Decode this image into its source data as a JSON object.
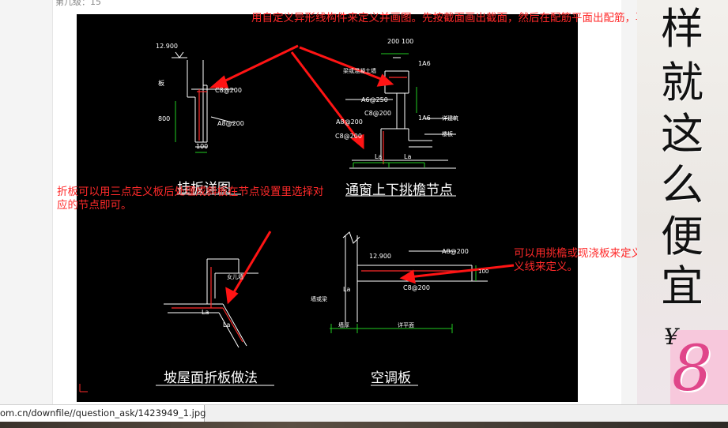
{
  "page": {
    "top_fragment": "第几级：15"
  },
  "cad": {
    "titles": {
      "hanging_board": "挂板详图",
      "window_eave": "通窗上下挑檐节点",
      "slope_roof": "坡屋面折板做法",
      "ac_board": "空调板"
    },
    "labels": {
      "elev1": "12.900",
      "hb_c8": "C8@200",
      "hb_a8": "A8@200",
      "hb_100": "100",
      "hb_side1": "板",
      "hb_side2": "800",
      "w_200": "200",
      "w_100": "100",
      "w_1a6_top": "1A6",
      "w_1a6_mid": "1A6",
      "w_beam": "梁或混凝土墙",
      "w_a6": "A6@250",
      "w_c8_1": "C8@200",
      "w_a8": "A8@200",
      "w_c8_2": "C8@200",
      "w_detail": "详建筑",
      "w_floor": "楼板",
      "w_la1": "La",
      "w_la2": "La",
      "ac_elev": "12.900",
      "ac_a8": "A8@200",
      "ac_c8": "C8@200",
      "ac_la": "La",
      "ac_wall_beam": "墙或梁",
      "ac_wall_thk": "墙厚",
      "ac_plan": "详平面",
      "ac_100": "100",
      "sr_parapet": "女儿墙",
      "sr_la1": "La",
      "sr_la2": "La"
    },
    "notes": {
      "top": "用自定义异形线构件来定义并画图。先按截面画出截面，然后在配筋平面出配筋，再用直线画图。",
      "left": "折板可以用三点定义板后处理成斜板在节点设置里选择对应的节点即可。",
      "right": "可以用挑檐或现浇板来定义，也可以用自定义线来定义。"
    }
  },
  "ad": {
    "chars": [
      "样",
      "就",
      "这",
      "么",
      "便",
      "宜"
    ],
    "currency": "¥",
    "price": "8"
  },
  "statusbar": {
    "url": "om.cn/downfile//question_ask/1423949_1.jpg"
  },
  "colors": {
    "cad_bg": "#000000",
    "annotation_red": "#ff2a2a",
    "cad_green": "#22cc22",
    "cad_line": "#ffffff"
  }
}
